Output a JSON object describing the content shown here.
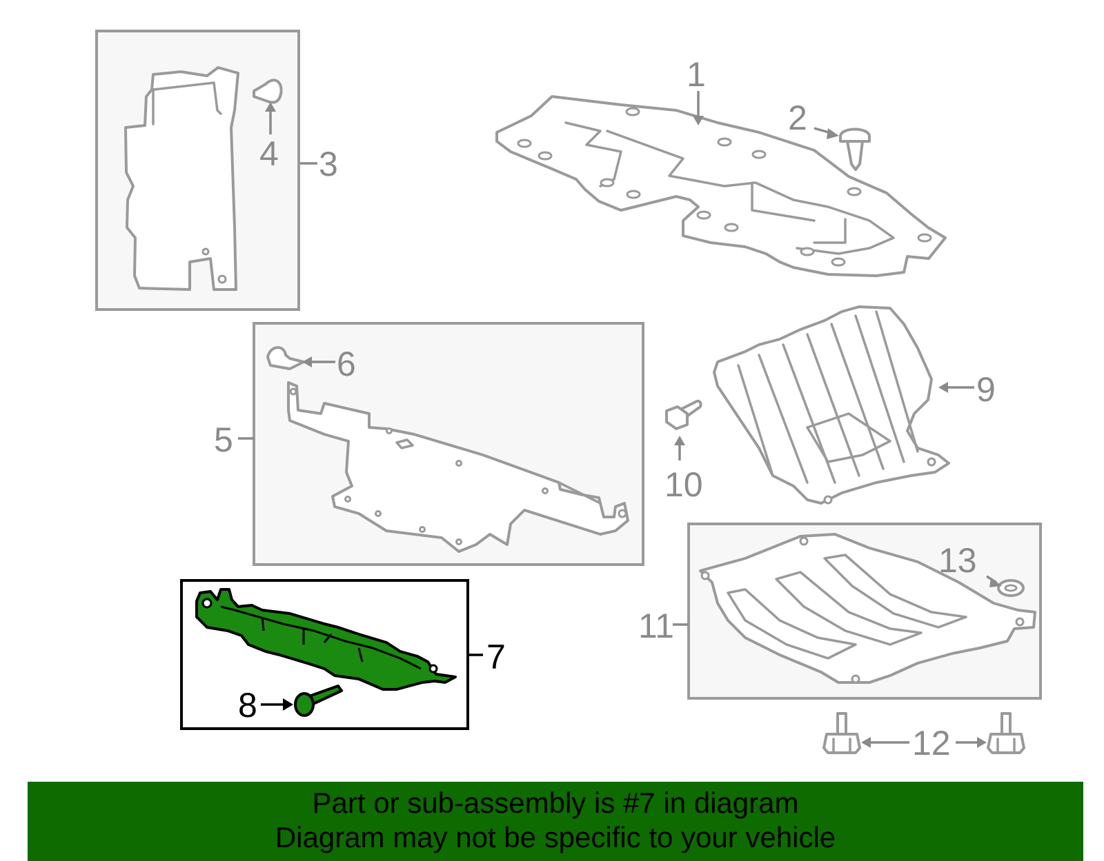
{
  "diagram": {
    "callouts": [
      {
        "id": "1",
        "label": "1"
      },
      {
        "id": "2",
        "label": "2"
      },
      {
        "id": "3",
        "label": "3"
      },
      {
        "id": "4",
        "label": "4"
      },
      {
        "id": "5",
        "label": "5"
      },
      {
        "id": "6",
        "label": "6"
      },
      {
        "id": "7",
        "label": "7"
      },
      {
        "id": "8",
        "label": "8"
      },
      {
        "id": "9",
        "label": "9"
      },
      {
        "id": "10",
        "label": "10"
      },
      {
        "id": "11",
        "label": "11"
      },
      {
        "id": "12",
        "label": "12"
      },
      {
        "id": "13",
        "label": "13"
      }
    ],
    "highlighted_part": "7",
    "colors": {
      "highlight_fill": "#1a8a10",
      "line_gray": "#9a9a9a",
      "box_fill": "#f7f7f7",
      "banner_bg": "#0e6b00"
    }
  },
  "banner": {
    "line1": "Part or sub-assembly is #7 in diagram",
    "line2": "Diagram may not be specific to your vehicle"
  }
}
